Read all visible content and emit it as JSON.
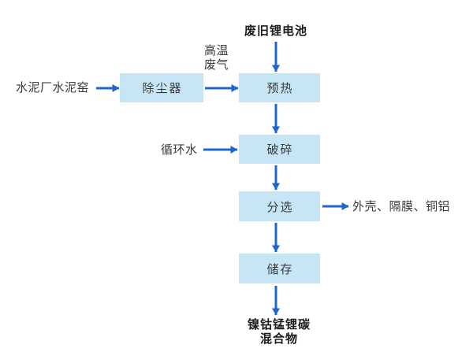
{
  "colors": {
    "background": "#ffffff",
    "node-fill": "#c6e6f5",
    "arrow": "#1e66cc",
    "text": "#3a3a3a",
    "strong-text": "#1c1c1c"
  },
  "flowchart": {
    "top_input": "废旧锂电池",
    "kiln_source": "水泥厂水泥窑",
    "dust_collector": "除尘器",
    "hot_gas": [
      "高温",
      "废气"
    ],
    "preheat": "预热",
    "circulating_water": "循环水",
    "crush": "破碎",
    "sort": "分选",
    "sort_output": "外壳、隔膜、铜铝",
    "store": "储存",
    "final_product": [
      "镍钴锰锂碳",
      "混合物"
    ]
  }
}
